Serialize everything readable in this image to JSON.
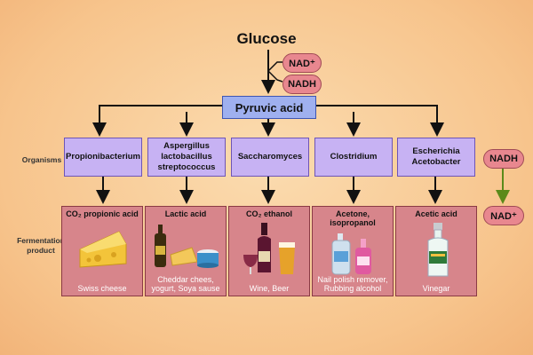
{
  "title": "Glucose",
  "cofactors": {
    "nad_plus": "NAD⁺",
    "nadh": "NADH"
  },
  "pyruvic": "Pyruvic acid",
  "labels": {
    "organisms": "Organisms",
    "fermentation": "Fermentation\nproduct"
  },
  "organisms": [
    "Propionibacterium",
    "Aspergillus\nlactobacillus\nstreptococcus",
    "Saccharomyces",
    "Clostridium",
    "Escherichia\nAcetobacter"
  ],
  "products": [
    {
      "title": "CO₂ propionic acid",
      "examples": "Swiss cheese"
    },
    {
      "title": "Lactic acid",
      "examples": "Cheddar chees,\nyogurt, Soya sause"
    },
    {
      "title": "CO₂ ethanol",
      "examples": "Wine, Beer"
    },
    {
      "title": "Acetone,\nisopropanol",
      "examples": "Nail polish remover,\nRubbing alcohol"
    },
    {
      "title": "Acetic acid",
      "examples": "Vinegar"
    }
  ],
  "regeneration": {
    "top": "NADH",
    "bottom": "NAD⁺"
  },
  "colors": {
    "background": "#f8c690",
    "pyruvic_box": "#9fb0ef",
    "organism_box": "#c7b2f3",
    "product_box": "#d7858b",
    "cofactor_pill": "#e8878f",
    "regeneration_arrow": "#5b8a1a"
  }
}
